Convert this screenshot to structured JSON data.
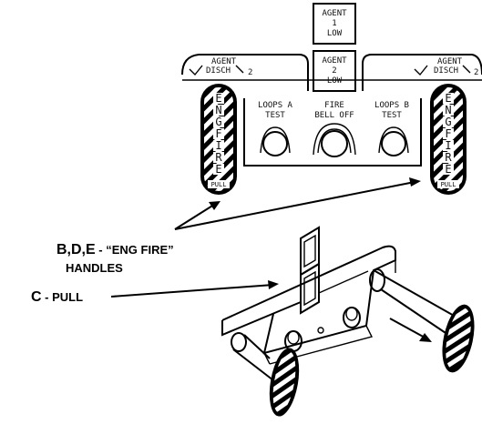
{
  "panel": {
    "agent1_low": [
      "AGENT",
      "1",
      "LOW"
    ],
    "agent2_low": [
      "AGENT",
      "2",
      "LOW"
    ],
    "left_agent_disch": [
      "AGENT",
      "DISCH",
      "2"
    ],
    "right_agent_disch": [
      "AGENT",
      "DISCH",
      "2"
    ],
    "loops_a_test": [
      "LOOPS A",
      "TEST"
    ],
    "fire_bell_off": [
      "FIRE",
      "BELL OFF"
    ],
    "loops_b_test": [
      "LOOPS B",
      "TEST"
    ],
    "handle_vertical_text": [
      "E",
      "N",
      "G",
      "F",
      "I",
      "R",
      "E"
    ],
    "handle_pull": "PULL"
  },
  "callouts": {
    "bde_prefix": "B,D,E",
    "bde_dash": " - ",
    "bde_text": "“ENG FIRE”",
    "bde_text2": "HANDLES",
    "c_prefix": "C",
    "c_text": " - PULL"
  }
}
